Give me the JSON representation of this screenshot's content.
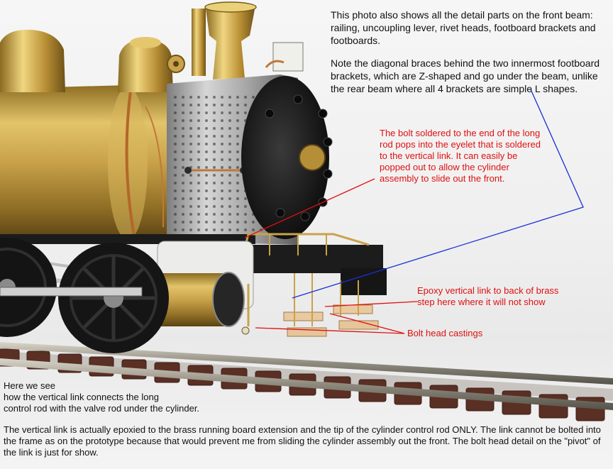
{
  "annotations": {
    "top_note": {
      "paragraph1": "This photo also shows all the detail parts on the front beam: railing, uncoupling lever, rivet heads, footboard brackets and footboards.",
      "paragraph2": "Note the diagonal braces behind the two innermost footboard brackets, which are Z-shaped and go under the beam, unlike the rear beam where all 4 brackets are simple L shapes."
    },
    "bolt_note": "The bolt soldered to the end of the long rod pops into the eyelet that is soldered to the vertical link.  It can easily be popped out to allow the cylinder assembly to slide out the front.",
    "epoxy_note": "Epoxy vertical link to back of brass step here where it will not show",
    "bolt_head_note": "Bolt head castings",
    "bottom_note": {
      "line1": "Here we see",
      "line2": "how the vertical link connects the long",
      "line3": "control rod with the valve rod under the cylinder.",
      "paragraph2": "The vertical link is actually epoxied to the brass running board extension and the tip of the cylinder control rod ONLY.  The link cannot be bolted into the frame as on the prototype because that would prevent me from sliding the cylinder assembly out the front.  The bolt head detail on the \"pivot\" of the link is just for show."
    }
  },
  "colors": {
    "annotation_red": "#e01010",
    "leader_blue": "#1a2fd8",
    "text_black": "#111111",
    "brass": "#c9a24a",
    "smokebox_black": "#1c1c1c",
    "rail_tie_brown": "#5a2f24"
  }
}
